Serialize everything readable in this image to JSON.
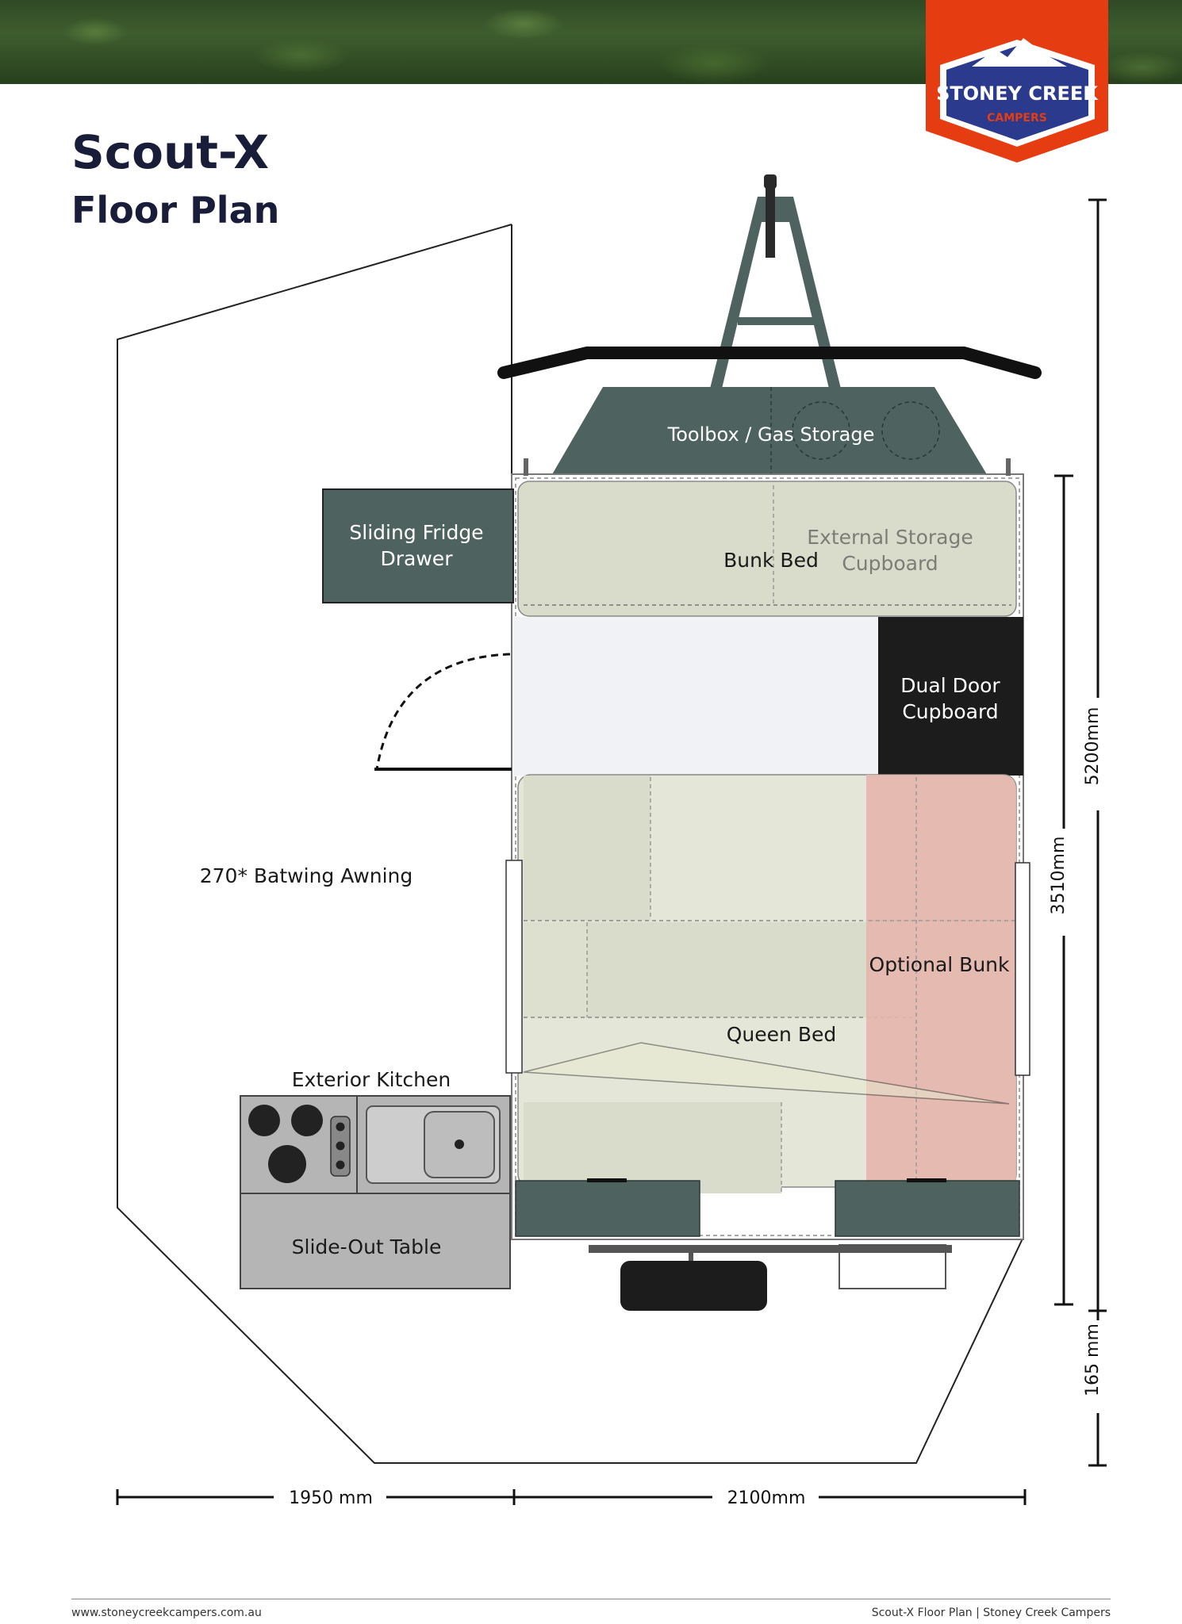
{
  "title": "Scout-X",
  "subtitle": "Floor Plan",
  "logo": {
    "brand_line1": "STONEY CREEK",
    "brand_line2": "CAMPERS",
    "colors": {
      "shield": "#e63c12",
      "inner": "#2b3a8c",
      "text": "#ffffff"
    }
  },
  "labels": {
    "toolbox": "Toolbox / Gas Storage",
    "fridge_line1": "Sliding Fridge",
    "fridge_line2": "Drawer",
    "bunk_bed": "Bunk Bed",
    "ext_storage_line1": "External Storage",
    "ext_storage_line2": "Cupboard",
    "dual_door_line1": "Dual Door",
    "dual_door_line2": "Cupboard",
    "awning": "270* Batwing Awning",
    "optional_bunk": "Optional Bunk",
    "queen_bed": "Queen Bed",
    "exterior_kitchen": "Exterior Kitchen",
    "slide_out_table": "Slide-Out Table"
  },
  "dimensions": {
    "overall_length": "5200mm",
    "body_length": "3510mm",
    "rear_extension": "165 mm",
    "awning_width": "1950 mm",
    "body_width": "2100mm"
  },
  "footer": {
    "website": "www.stoneycreekcampers.com.au",
    "caption": "Scout-X Floor Plan | Stoney Creek Campers"
  },
  "colors": {
    "slate": "#4e6360",
    "sage": "#d9dccb",
    "black": "#1c1c1c",
    "pink": "#e4b6ae",
    "grey": "#b5b5b5"
  }
}
